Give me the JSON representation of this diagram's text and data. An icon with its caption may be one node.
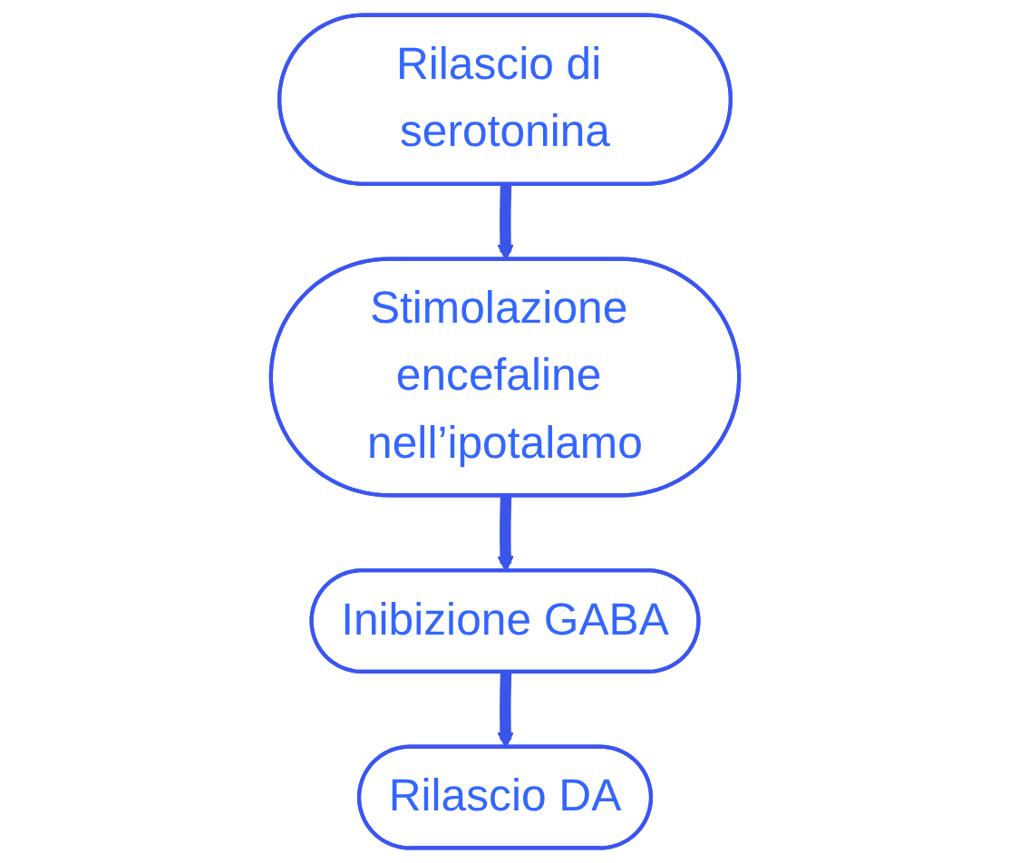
{
  "diagram": {
    "nodes": [
      {
        "text": [
          "Rilascio di serotonina"
        ]
      },
      {
        "text": [
          "Stimolazione encefaline nell’ipotalamo"
        ]
      },
      {
        "text": [
          "Inibizione GABA"
        ]
      },
      {
        "text": [
          "Rilascio DA"
        ]
      }
    ],
    "edges": [
      {
        "from": 0,
        "to": 1,
        "arrow": "to"
      },
      {
        "from": 1,
        "to": 2,
        "arrow": "to"
      },
      {
        "from": 2,
        "to": 3,
        "arrow": "to"
      }
    ]
  }
}
